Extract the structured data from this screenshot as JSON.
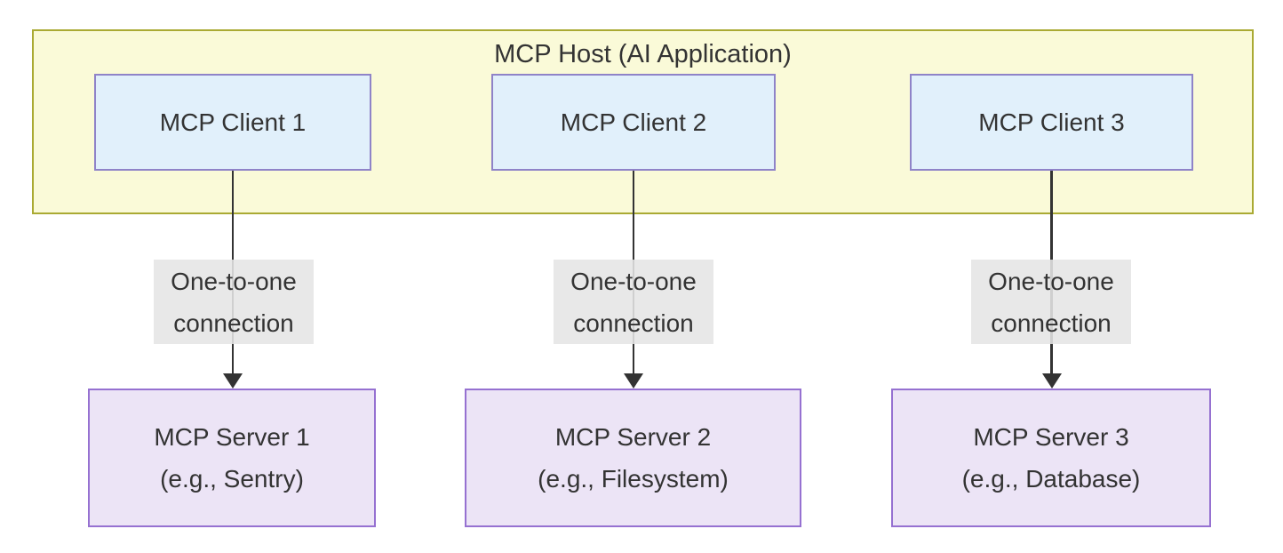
{
  "diagram": {
    "host_title": "MCP Host (AI Application)",
    "columns": [
      {
        "client": "MCP Client 1",
        "label_line1": "One-to-one",
        "label_line2": "connection",
        "server_line1": "MCP Server 1",
        "server_line2": "(e.g., Sentry)"
      },
      {
        "client": "MCP Client 2",
        "label_line1": "One-to-one",
        "label_line2": "connection",
        "server_line1": "MCP Server 2",
        "server_line2": "(e.g., Filesystem)"
      },
      {
        "client": "MCP Client 3",
        "label_line1": "One-to-one",
        "label_line2": "connection",
        "server_line1": "MCP Server 3",
        "server_line2": "(e.g., Database)"
      }
    ],
    "colors": {
      "host_fill": "#fafad8",
      "host_border": "#aaaa33",
      "client_fill": "#e1f0fb",
      "client_border": "#8f83c8",
      "server_fill": "#ece4f6",
      "server_border": "#9671d1",
      "label_bg": "rgba(229,229,229,0.88)",
      "text": "#333333",
      "arrow": "#333333"
    }
  }
}
